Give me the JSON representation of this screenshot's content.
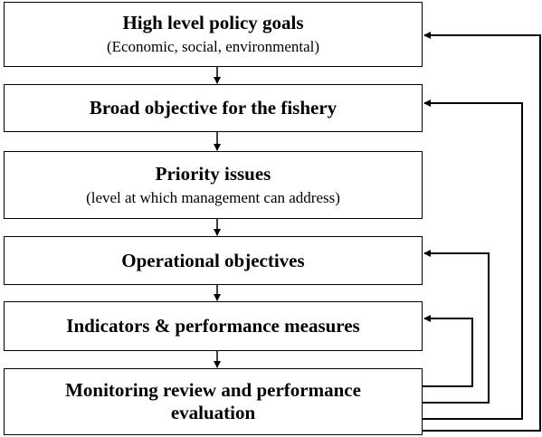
{
  "boxes": [
    {
      "title": "High level policy goals",
      "subtitle": "(Economic, social, environmental)"
    },
    {
      "title": "Broad objective for the fishery",
      "subtitle": ""
    },
    {
      "title": "Priority issues",
      "subtitle": "(level at which management can address)"
    },
    {
      "title": "Operational objectives",
      "subtitle": ""
    },
    {
      "title": "Indicators & performance measures",
      "subtitle": ""
    },
    {
      "title": "Monitoring review and performance",
      "subtitle": "evaluation"
    }
  ]
}
